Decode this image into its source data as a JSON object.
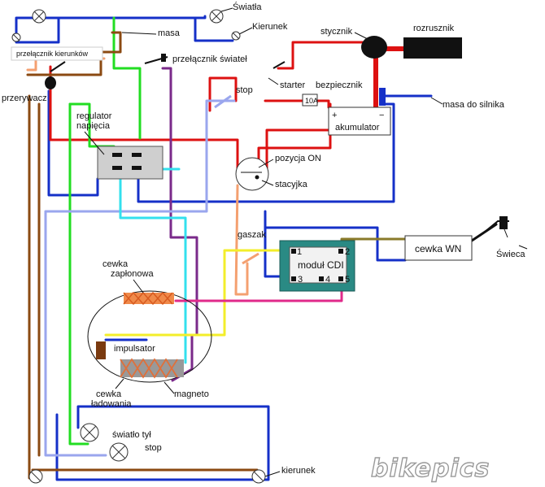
{
  "labels": {
    "swiatla": "Światła",
    "kierunek_top": "Kierunek",
    "masa": "masa",
    "przelacznik_kierunkow": "przełącznik kierunków",
    "przelacznik_swiatel": "przełącznik świateł",
    "przerywacz": "przerywacz",
    "stycznik": "stycznik",
    "rozrusznik": "rozrusznik",
    "starter": "starter",
    "bezpiecznik": "bezpiecznik",
    "fuse_value": "10A",
    "stop_top": "stop",
    "masa_do_silnika": "masa do silnika",
    "akumulator": "akumulator",
    "plus": "+",
    "minus": "−",
    "regulator_l1": "regulator",
    "regulator_l2": "napięcia",
    "pozycja_on": "pozycja ON",
    "stacyjka": "stacyjka",
    "gaszak": "gaszak",
    "modul_cdi": "moduł CDI",
    "pin1": "1",
    "pin2": "2",
    "pin3": "3",
    "pin4": "4",
    "pin5": "5",
    "cewka_wn": "cewka WN",
    "swieca": "Świeca",
    "cewka_zaplonowa_l1": "cewka",
    "cewka_zaplonowa_l2": "zapłonowa",
    "impulsator": "impulsator",
    "cewka_ladowania_l1": "cewka",
    "cewka_ladowania_l2": "ładowania",
    "magneto": "magneto",
    "swiatlo_tyl": "światło tył",
    "stop_bottom": "stop",
    "kierunek_bottom": "kierunek",
    "watermark": "bikepics"
  },
  "colors": {
    "blue": "#1530c8",
    "red": "#dd1111",
    "green": "#22dd22",
    "brown": "#8b4a12",
    "purple": "#7a2a8a",
    "yellow": "#f3ee2a",
    "cyan": "#33e0ee",
    "lightblue": "#9aa6ee",
    "orange": "#f4a070",
    "pink": "#e02a8a",
    "olive": "#8a7a2a",
    "cdi_box": "#2a8a84"
  }
}
